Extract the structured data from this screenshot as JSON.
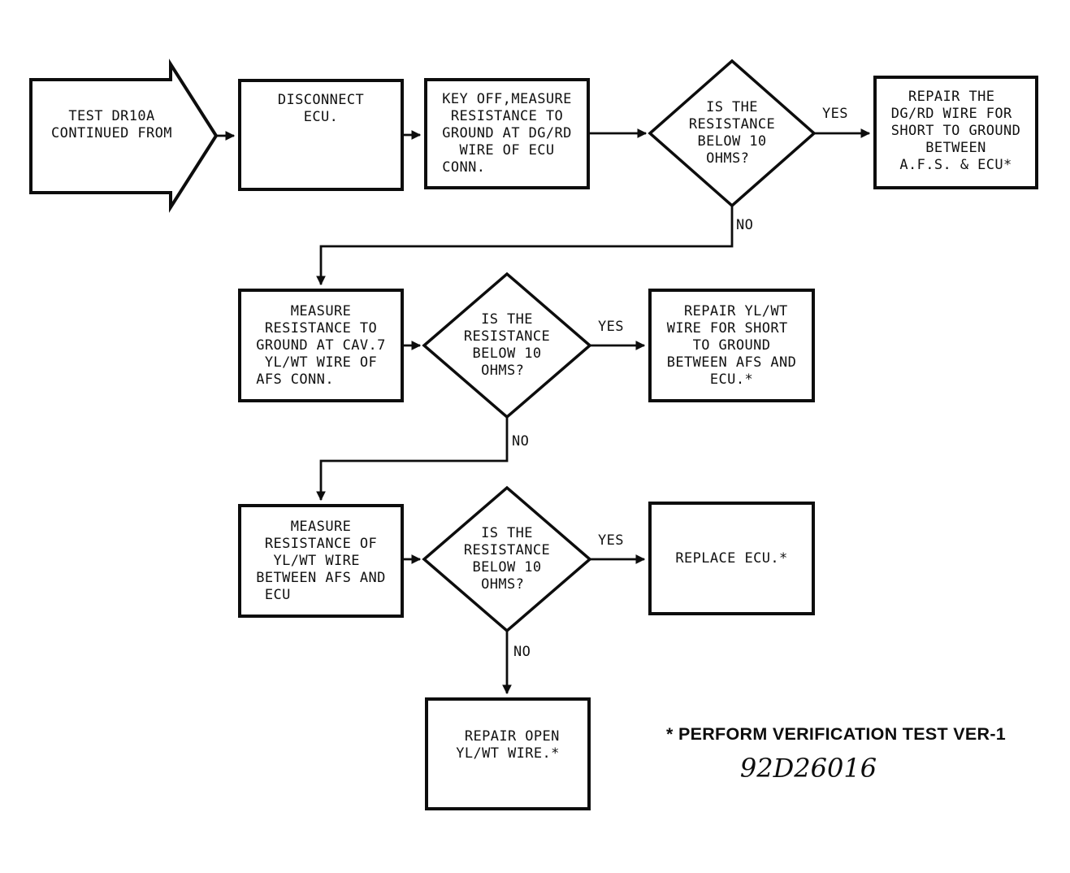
{
  "diagram": {
    "type": "flowchart",
    "nodes": {
      "start": "  TEST DR10A\nCONTINUED FROM",
      "disconnect_ecu": "DISCONNECT\n   ECU.",
      "key_off_measure": "KEY OFF,MEASURE\n RESISTANCE TO\nGROUND AT DG/RD\n  WIRE OF ECU\nCONN.",
      "decision1": "  IS THE\nRESISTANCE\n BELOW 10\n  OHMS?",
      "repair_dgrd_wire": "  REPAIR THE\nDG/RD WIRE FOR\nSHORT TO GROUND\n    BETWEEN\n A.F.S. & ECU*",
      "measure_cav7": "    MEASURE\n RESISTANCE TO\nGROUND AT CAV.7\n YL/WT WIRE OF\nAFS CONN.",
      "decision2": "  IS THE\nRESISTANCE\n BELOW 10\n  OHMS?",
      "repair_ylwt_short": "  REPAIR YL/WT\nWIRE FOR SHORT\n   TO GROUND\nBETWEEN AFS AND\n     ECU.*",
      "measure_ylwt_wire": "    MEASURE\n RESISTANCE OF\n  YL/WT WIRE\nBETWEEN AFS AND\n ECU",
      "decision3": "  IS THE\nRESISTANCE\n BELOW 10\n  OHMS?",
      "replace_ecu": "REPLACE ECU.*",
      "repair_open_ylwt": " REPAIR OPEN\nYL/WT WIRE.*"
    },
    "edge_labels": {
      "yes1": "YES",
      "no1": "NO",
      "yes2": "YES",
      "no2": "NO",
      "yes3": "YES",
      "no3": "NO"
    },
    "footer": {
      "note": "* PERFORM VERIFICATION TEST VER-1",
      "figure_id": "92D26016"
    },
    "colors": {
      "ink": "#0d0d0d",
      "background": "#ffffff"
    }
  }
}
